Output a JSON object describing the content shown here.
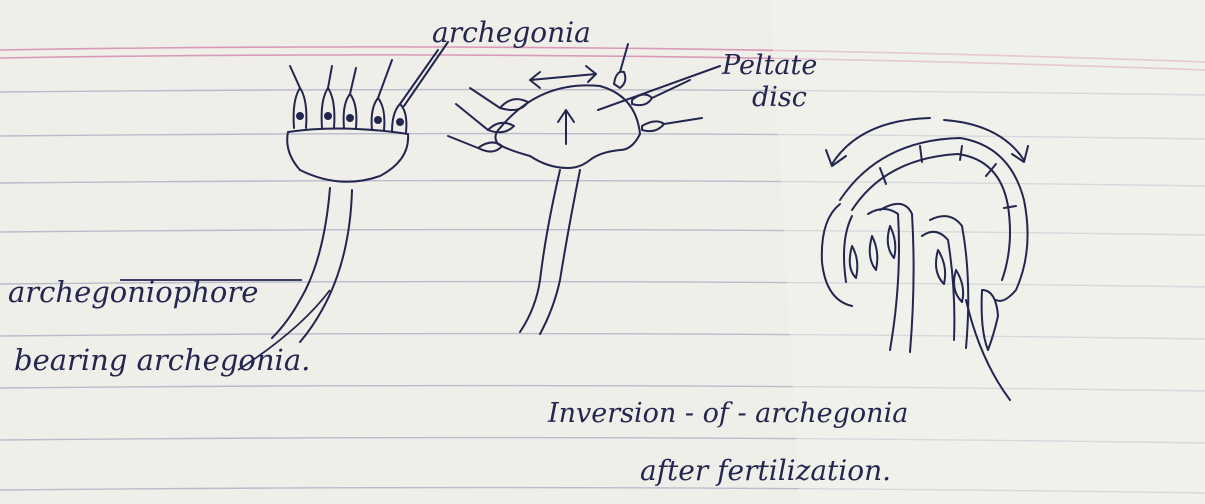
{
  "labels": {
    "archegonia_top": "archegonia",
    "peltate_line1": "Peltate",
    "peltate_line2": "disc",
    "archegoniophore_line1": "archegoniophore",
    "archegoniophore_line2": "bearing archegonia.",
    "inversion_caption": "Inversion - of - archegonia",
    "after_fert_caption": "after fertilization."
  },
  "colors": {
    "paper": "#efeee9",
    "rule_line": "#b9bccb",
    "margin_line": "#d99ab8",
    "ink": "#23264f"
  }
}
